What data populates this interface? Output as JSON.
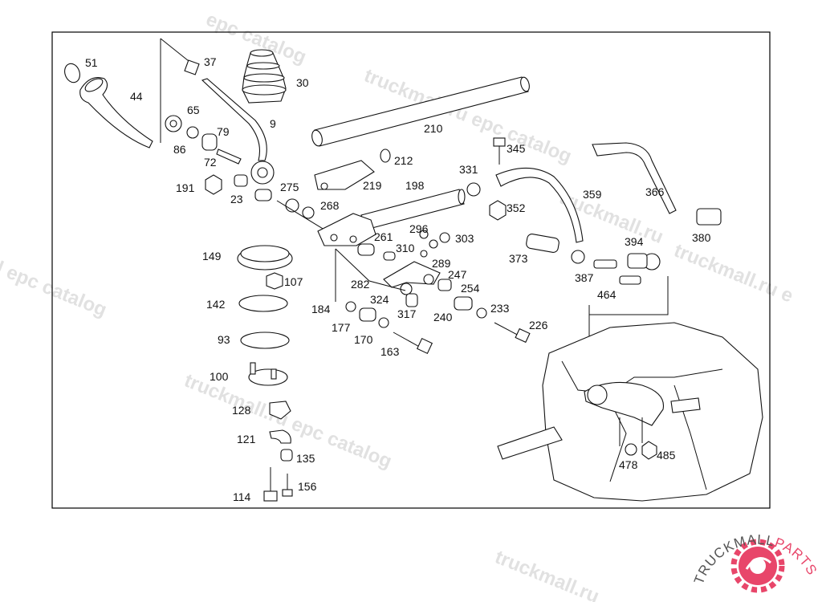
{
  "watermark": {
    "text_a": "truckmall.ru epc catalog",
    "text_b": "truckmall.ru epc catalog",
    "text_c": "epc catalog",
    "text_d": "truckmall.ru",
    "text_e": "l epc catalog",
    "text_f": "truckmall.ru e"
  },
  "logo": {
    "part1": "TRUCKMALL",
    "part2": "PARTS",
    "color_main": "#555555",
    "color_accent": "#e8466a"
  },
  "parts": [
    {
      "id": "51",
      "label": "51"
    },
    {
      "id": "44",
      "label": "44"
    },
    {
      "id": "37",
      "label": "37"
    },
    {
      "id": "30",
      "label": "30"
    },
    {
      "id": "65",
      "label": "65"
    },
    {
      "id": "9",
      "label": "9"
    },
    {
      "id": "79",
      "label": "79"
    },
    {
      "id": "86",
      "label": "86"
    },
    {
      "id": "72",
      "label": "72"
    },
    {
      "id": "210",
      "label": "210"
    },
    {
      "id": "345",
      "label": "345"
    },
    {
      "id": "212",
      "label": "212"
    },
    {
      "id": "331",
      "label": "331"
    },
    {
      "id": "191",
      "label": "191"
    },
    {
      "id": "23",
      "label": "23"
    },
    {
      "id": "275",
      "label": "275"
    },
    {
      "id": "219",
      "label": "219"
    },
    {
      "id": "198",
      "label": "198"
    },
    {
      "id": "359",
      "label": "359"
    },
    {
      "id": "366",
      "label": "366"
    },
    {
      "id": "268",
      "label": "268"
    },
    {
      "id": "352",
      "label": "352"
    },
    {
      "id": "296",
      "label": "296"
    },
    {
      "id": "303",
      "label": "303"
    },
    {
      "id": "261",
      "label": "261"
    },
    {
      "id": "380",
      "label": "380"
    },
    {
      "id": "394",
      "label": "394"
    },
    {
      "id": "310",
      "label": "310"
    },
    {
      "id": "149",
      "label": "149"
    },
    {
      "id": "373",
      "label": "373"
    },
    {
      "id": "289",
      "label": "289"
    },
    {
      "id": "247",
      "label": "247"
    },
    {
      "id": "387",
      "label": "387"
    },
    {
      "id": "107",
      "label": "107"
    },
    {
      "id": "282",
      "label": "282"
    },
    {
      "id": "254",
      "label": "254"
    },
    {
      "id": "464",
      "label": "464"
    },
    {
      "id": "142",
      "label": "142"
    },
    {
      "id": "324",
      "label": "324"
    },
    {
      "id": "184",
      "label": "184"
    },
    {
      "id": "233",
      "label": "233"
    },
    {
      "id": "317",
      "label": "317"
    },
    {
      "id": "240",
      "label": "240"
    },
    {
      "id": "226",
      "label": "226"
    },
    {
      "id": "177",
      "label": "177"
    },
    {
      "id": "93",
      "label": "93"
    },
    {
      "id": "170",
      "label": "170"
    },
    {
      "id": "163",
      "label": "163"
    },
    {
      "id": "100",
      "label": "100"
    },
    {
      "id": "128",
      "label": "128"
    },
    {
      "id": "121",
      "label": "121"
    },
    {
      "id": "135",
      "label": "135"
    },
    {
      "id": "478",
      "label": "478"
    },
    {
      "id": "485",
      "label": "485"
    },
    {
      "id": "156",
      "label": "156"
    },
    {
      "id": "114",
      "label": "114"
    }
  ]
}
